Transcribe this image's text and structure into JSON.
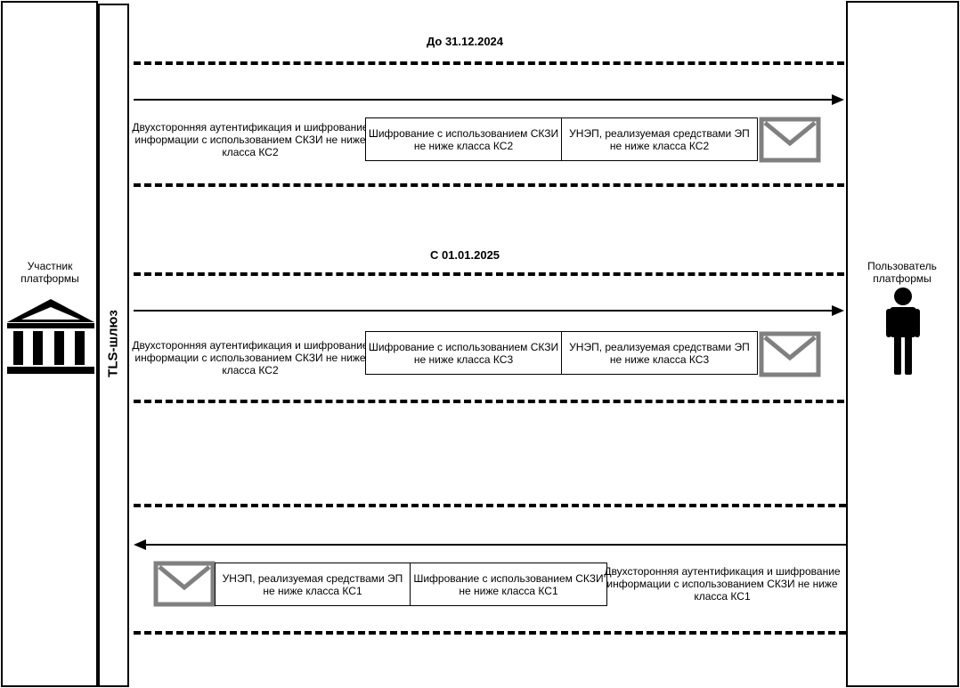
{
  "participant": {
    "label": "Участник платформы",
    "icon": "bank-icon"
  },
  "gateway": {
    "label": "TLS-шлюз"
  },
  "user": {
    "label": "Пользователь платформы",
    "icon": "person-icon"
  },
  "periods": [
    {
      "title": "До 31.12.2024",
      "auth_text": "Двухсторонняя аутентификация и шифрование информации с использованием СКЗИ не ниже класса КС2",
      "encryption_box": "Шифрование с использованием СКЗИ не ниже класса КС2",
      "signature_box": "УНЭП, реализуемая средствами ЭП не ниже класса КС2",
      "envelope_icon": "envelope-icon"
    },
    {
      "title": "С 01.01.2025",
      "auth_text": "Двухсторонняя аутентификация и шифрование информации с использованием СКЗИ не ниже класса КС2",
      "encryption_box": "Шифрование с использованием СКЗИ не ниже класса КС3",
      "signature_box": "УНЭП, реализуемая средствами ЭП не ниже класса КС3",
      "envelope_icon": "envelope-icon"
    },
    {
      "title": "",
      "auth_text": "Двухсторонняя аутентификация и шифрование информации с использованием СКЗИ не ниже класса КС1",
      "encryption_box": "Шифрование с использованием СКЗИ не ниже класса КС1",
      "signature_box": "УНЭП, реализуемая средствами ЭП не ниже класса КС1",
      "envelope_icon": "envelope-icon"
    }
  ],
  "colors": {
    "line": "#000000",
    "envelope": "#808080"
  }
}
